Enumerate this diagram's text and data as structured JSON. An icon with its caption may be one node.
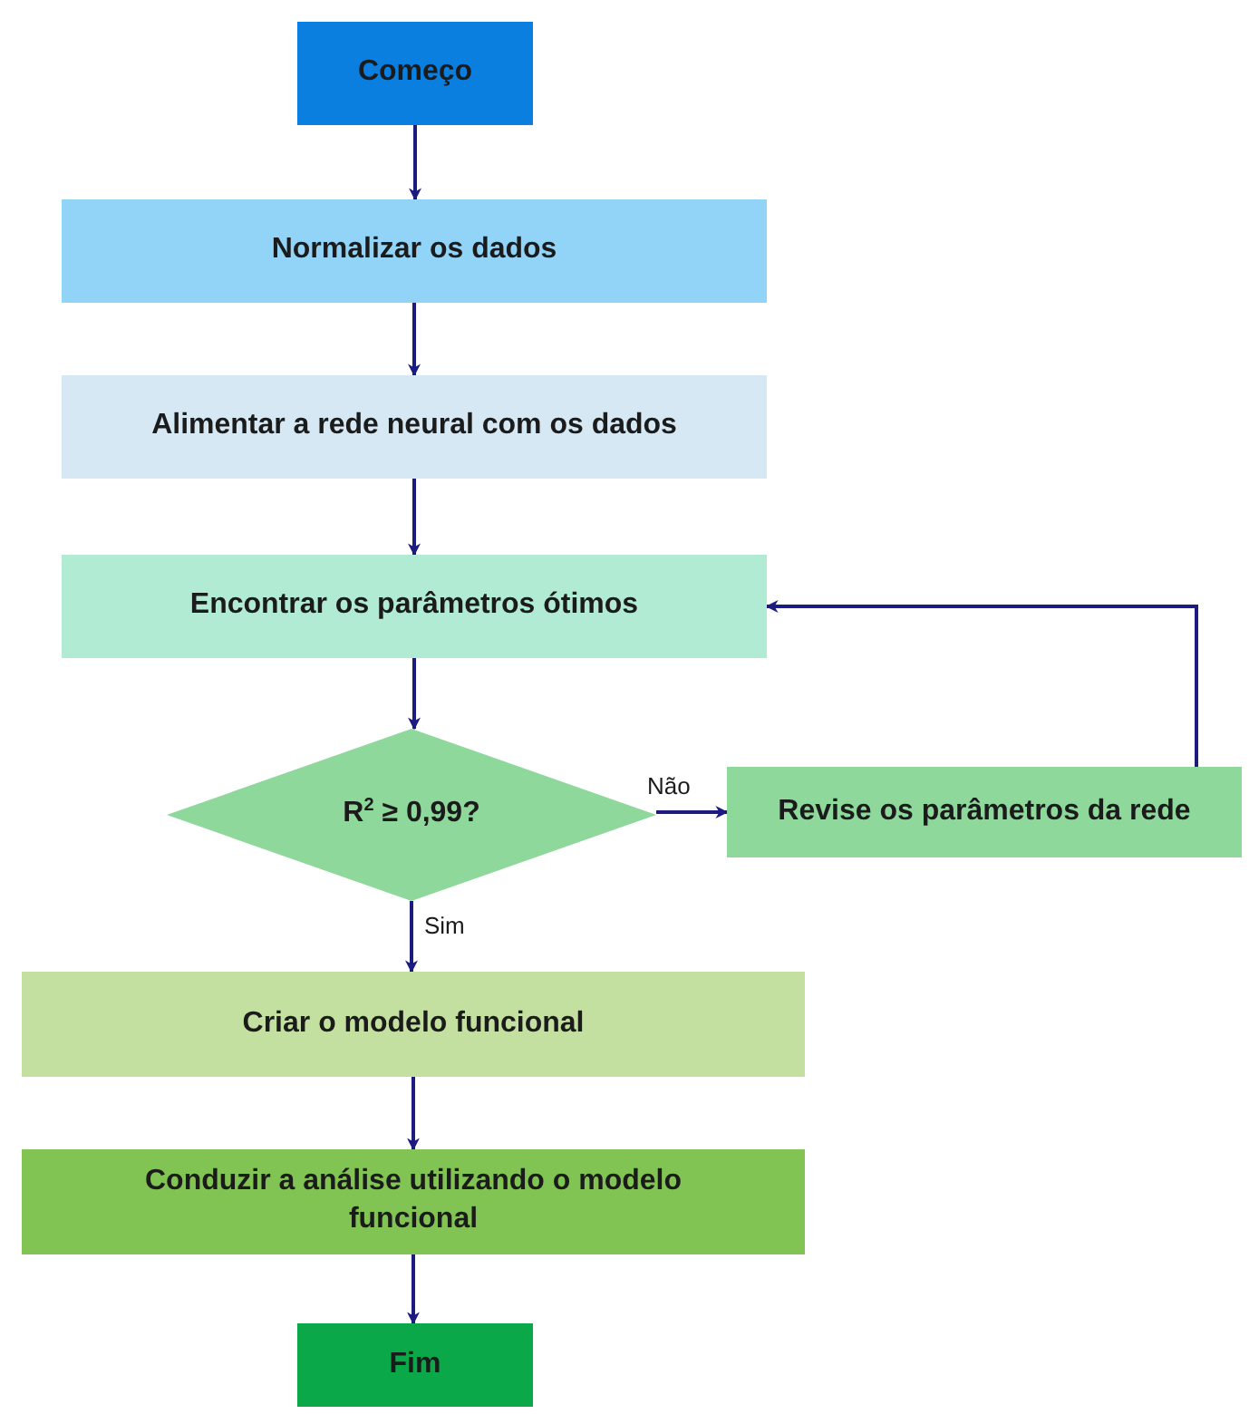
{
  "diagram": {
    "nodes": [
      {
        "text": [
          "Começo"
        ]
      },
      {
        "text": [
          "Normalizar os dados"
        ]
      },
      {
        "text": [
          "Alimentar a rede neural com os dados"
        ]
      },
      {
        "text": [
          "Encontrar os parâmetros ótimos"
        ]
      },
      {
        "text": [
          "R$^{2}$ ≥ 0,99?"
        ]
      },
      {
        "text": [
          "Revise os parâmetros da rede"
        ]
      },
      {
        "text": [
          "Criar o modelo funcional"
        ]
      },
      {
        "text": [
          "Conduzir a análise utilizando o modelo funcional"
        ]
      },
      {
        "text": [
          "Fim"
        ]
      }
    ],
    "edges": [
      {
        "from": 0,
        "to": 1,
        "arrow": "to"
      },
      {
        "from": 1,
        "to": 2,
        "arrow": "to"
      },
      {
        "from": 2,
        "to": 3,
        "arrow": "to"
      },
      {
        "from": 3,
        "to": 4,
        "arrow": "to"
      },
      {
        "from": 4,
        "to": 5,
        "arrow": "to",
        "label": "Não"
      },
      {
        "from": 4,
        "to": 6,
        "arrow": "to",
        "label": "Sim"
      },
      {
        "from": 5,
        "to": 3,
        "arrow": "to"
      },
      {
        "from": 6,
        "to": 7,
        "arrow": "to"
      },
      {
        "from": 7,
        "to": 8,
        "arrow": "to"
      }
    ]
  }
}
